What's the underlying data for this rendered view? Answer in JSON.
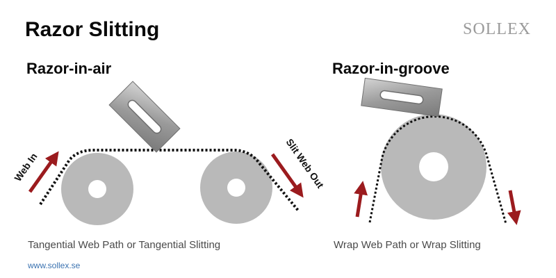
{
  "title": "Razor Slitting",
  "brand": "SOLLEX",
  "left_panel": {
    "heading": "Razor-in-air",
    "label_in": "Web In",
    "label_out": "Slit Web Out",
    "caption": "Tangential Web Path or Tangential Slitting"
  },
  "right_panel": {
    "heading": "Razor-in-groove",
    "caption": "Wrap Web Path or Wrap Slitting"
  },
  "website": "www.sollex.se",
  "colors": {
    "roller": "#b9b9b9",
    "arrow": "#9b1b1e",
    "web_path": "#111111",
    "blade": "#8f8f8f"
  }
}
